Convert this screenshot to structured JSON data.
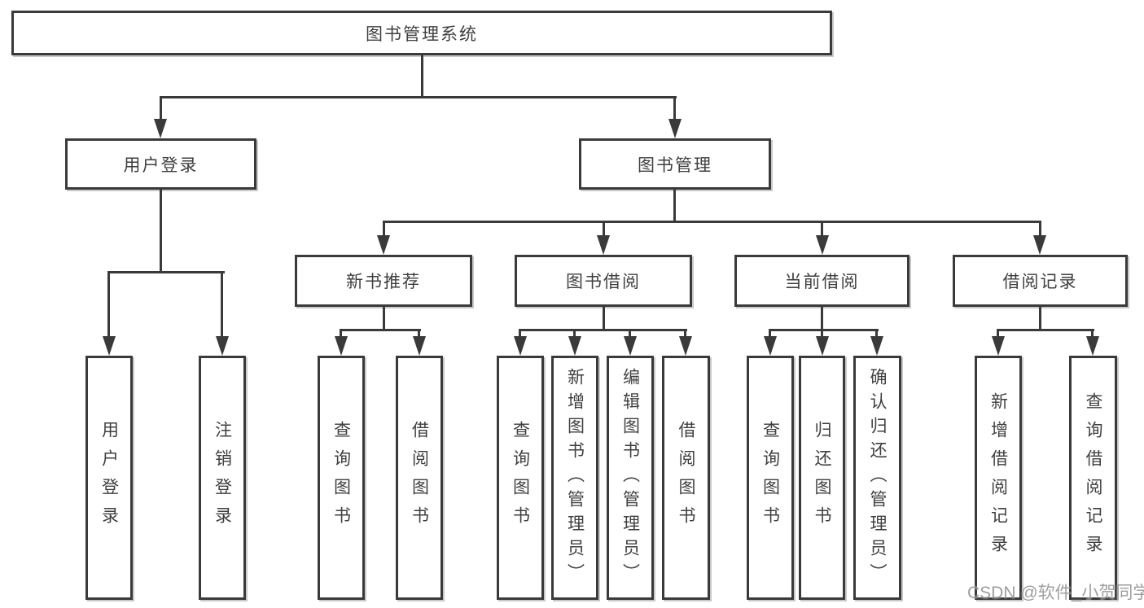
{
  "diagram": {
    "title_node": {
      "label": "图书管理系统"
    },
    "level2": [
      {
        "label": "用户登录"
      },
      {
        "label": "图书管理"
      }
    ],
    "level3": [
      {
        "label": "新书推荐"
      },
      {
        "label": "图书借阅"
      },
      {
        "label": "当前借阅"
      },
      {
        "label": "借阅记录"
      }
    ],
    "leaves": [
      {
        "label": "用户登录"
      },
      {
        "label": "注销登录"
      },
      {
        "label": "查询图书"
      },
      {
        "label": "借阅图书"
      },
      {
        "label": "查询图书"
      },
      {
        "label": "新增图书（管理员）"
      },
      {
        "label": "编辑图书（管理员）"
      },
      {
        "label": "借阅图书"
      },
      {
        "label": "查询图书"
      },
      {
        "label": "归还图书"
      },
      {
        "label": "确认归还（管理员）"
      },
      {
        "label": "新增借阅记录"
      },
      {
        "label": "查询借阅记录"
      }
    ]
  },
  "watermark": {
    "text": "CSDN @软件_小贺同学"
  },
  "colors": {
    "line": "#3a3a3a",
    "text": "#3f3f3f",
    "background": "#ffffff"
  }
}
